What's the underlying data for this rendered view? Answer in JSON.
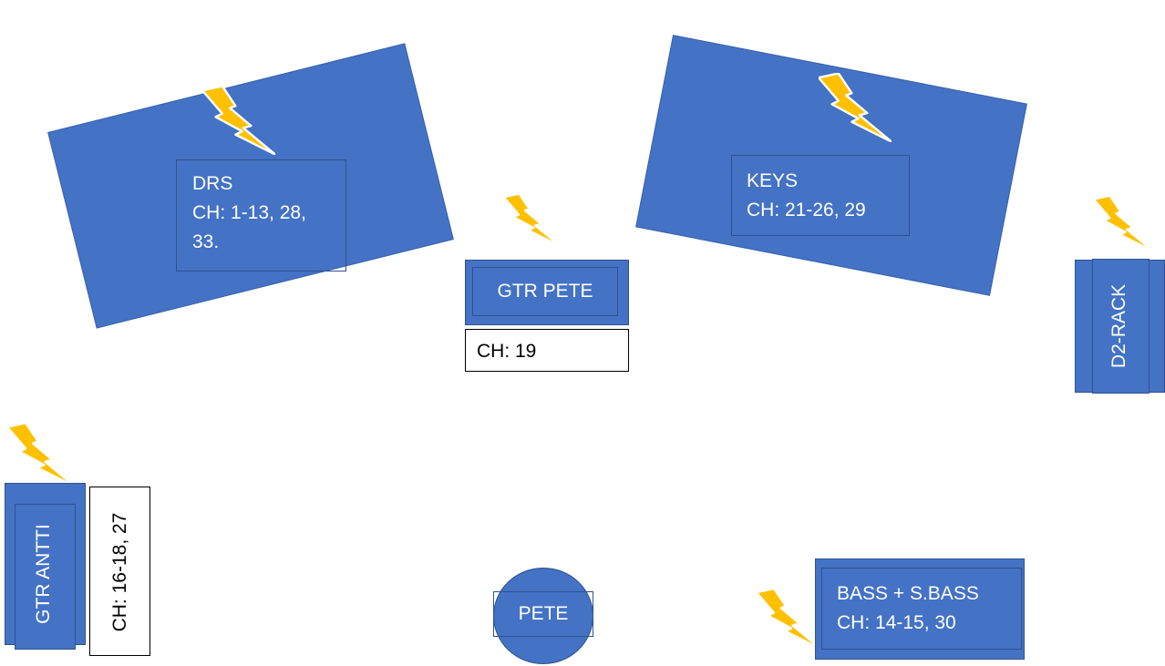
{
  "stage_items": {
    "drums": {
      "name": "DRS",
      "channels": "CH: 1-13, 28,",
      "channels_cont": "33."
    },
    "keys": {
      "name": "KEYS",
      "channels": "CH: 21-26, 29"
    },
    "gtr_pete": {
      "name": "GTR PETE",
      "channels": "CH: 19"
    },
    "d2_rack": {
      "name": "D2-RACK"
    },
    "gtr_antti": {
      "name": "GTR ANTTI",
      "channels": "CH: 16-18, 27"
    },
    "pete": {
      "name": "PETE"
    },
    "bass": {
      "name": "BASS + S.BASS",
      "channels": "CH: 14-15, 30"
    }
  },
  "colors": {
    "riser_fill": "#4472c4",
    "riser_border": "#2f528f",
    "power_icon": "#ffc000"
  },
  "icons": [
    "power-lightning-icon"
  ]
}
